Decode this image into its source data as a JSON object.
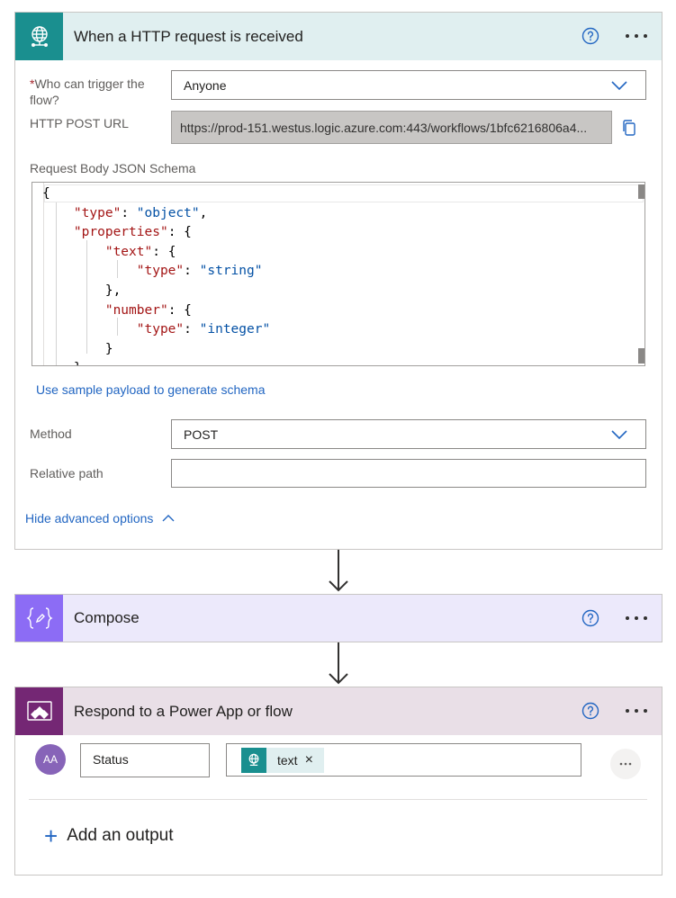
{
  "http_trigger": {
    "title": "When a HTTP request is received",
    "who_label": "Who can trigger the flow?",
    "who_required": "*",
    "who_value": "Anyone",
    "url_label": "HTTP POST URL",
    "url_value": "https://prod-151.westus.logic.azure.com:443/workflows/1bfc6216806a4...",
    "schema_label": "Request Body JSON Schema",
    "schema_lines": [
      "{",
      "    \"type\": \"object\",",
      "    \"properties\": {",
      "        \"text\": {",
      "            \"type\": \"string\"",
      "        },",
      "        \"number\": {",
      "            \"type\": \"integer\"",
      "        }",
      "    }"
    ],
    "sample_link": "Use sample payload to generate schema",
    "method_label": "Method",
    "method_value": "POST",
    "path_label": "Relative path",
    "path_value": "",
    "advanced_link": "Hide advanced options"
  },
  "compose": {
    "title": "Compose"
  },
  "respond": {
    "title": "Respond to a Power App or flow",
    "avatar_text": "AA",
    "output_name": "Status",
    "token_label": "text",
    "token_remove": "×",
    "add_output_plus": "+",
    "add_output_label": "Add an output"
  },
  "icons": {
    "http": "globe-icon",
    "compose": "braces-pencil-icon",
    "respond": "powerapps-icon",
    "help": "help-circle-icon",
    "more": "more-horizontal-icon",
    "copy": "copy-icon",
    "chevron": "chevron-down-icon",
    "chevron_up": "chevron-up-icon",
    "arrow": "arrow-down-icon"
  },
  "colors": {
    "http_accent": "#1a8f8f",
    "http_header_bg": "#e0eff0",
    "compose_accent": "#8c6cf5",
    "compose_header_bg": "#ece9fb",
    "respond_accent": "#742774",
    "respond_header_bg": "#e9dfe7",
    "link": "#2266c2"
  }
}
